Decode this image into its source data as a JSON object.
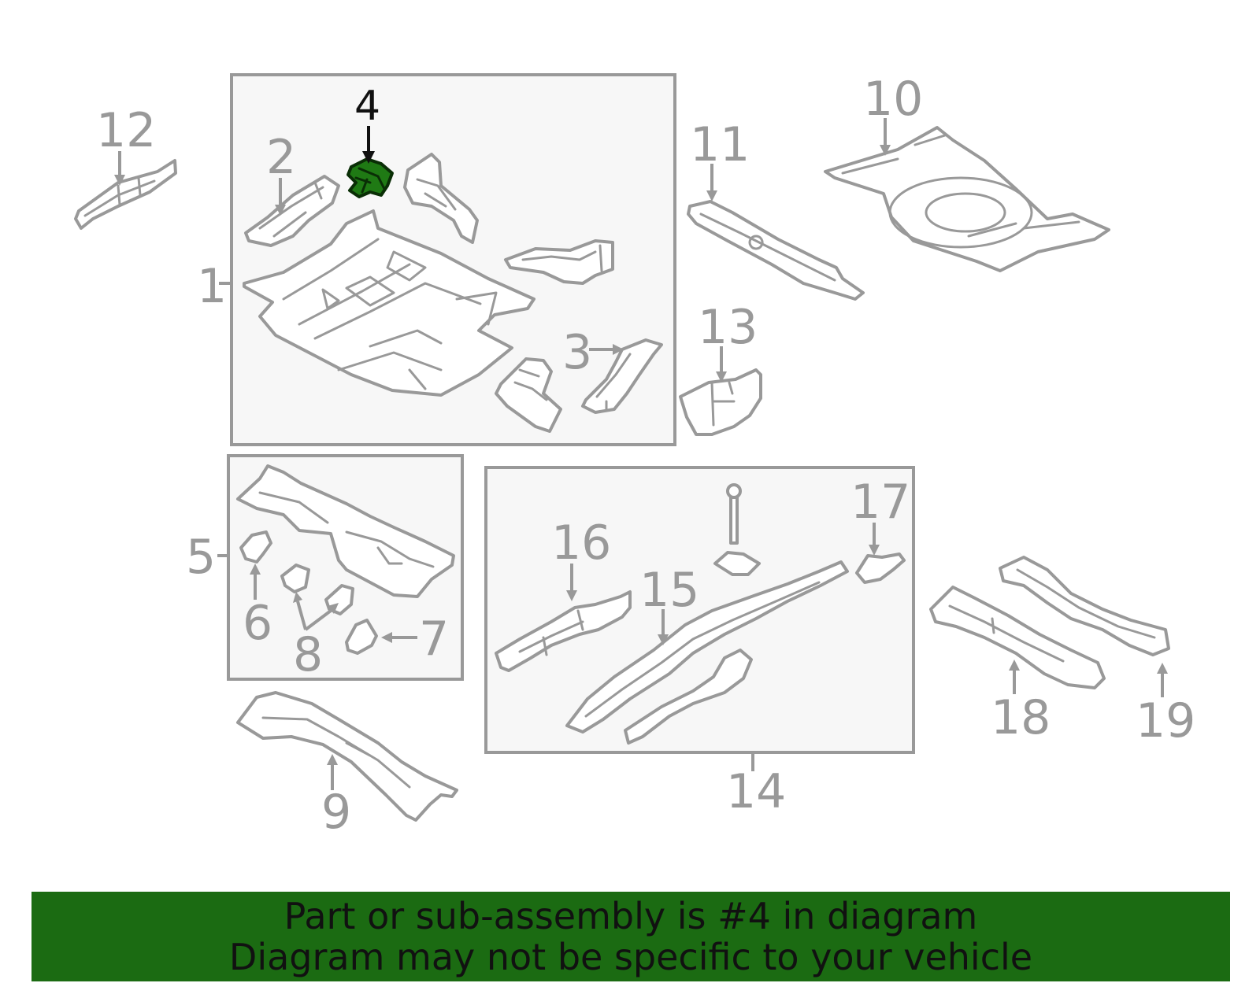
{
  "highlighted_part": "4",
  "callouts": {
    "c1": "1",
    "c2": "2",
    "c3": "3",
    "c4": "4",
    "c5": "5",
    "c6": "6",
    "c7": "7",
    "c8": "8",
    "c9": "9",
    "c10": "10",
    "c11": "11",
    "c12": "12",
    "c13": "13",
    "c14": "14",
    "c15": "15",
    "c16": "16",
    "c17": "17",
    "c18": "18",
    "c19": "19"
  },
  "banner": {
    "line1": "Part or sub-assembly is #4 in diagram",
    "line2": "Diagram may not be specific to your vehicle"
  },
  "colors": {
    "highlight": "#1f7a14",
    "banner": "#1b6b12",
    "line": "#999999",
    "box_fill": "#f7f7f7"
  }
}
